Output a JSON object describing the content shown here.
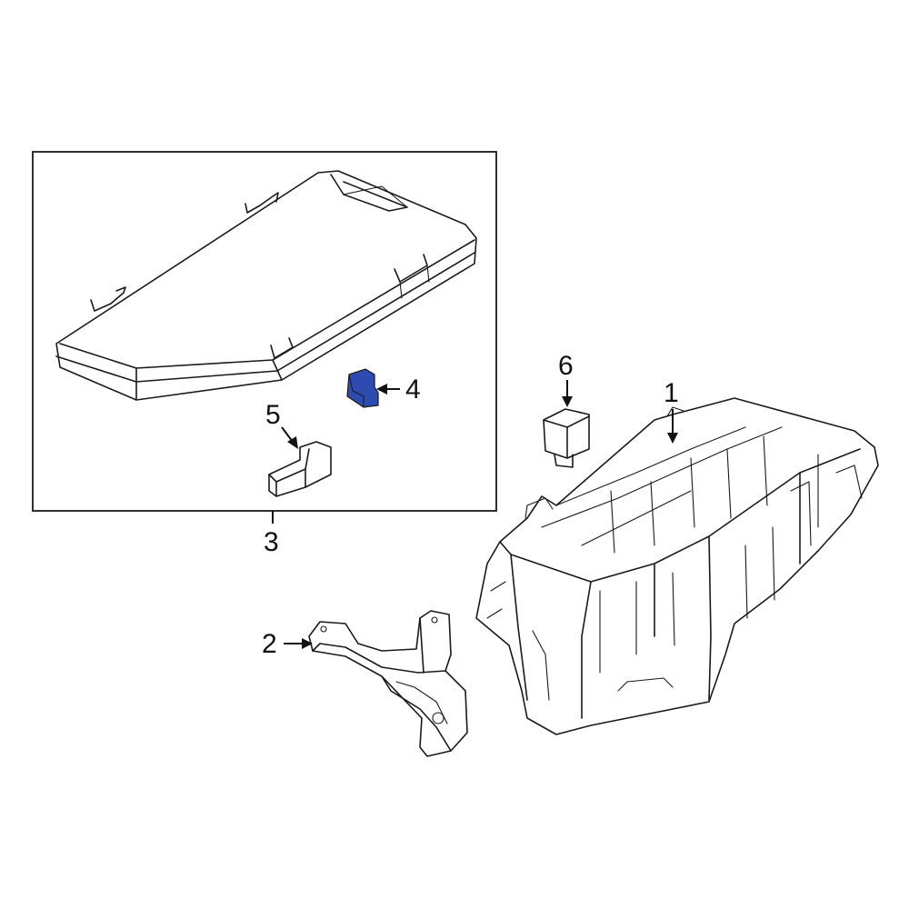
{
  "callouts": {
    "c1": "1",
    "c2": "2",
    "c3": "3",
    "c4": "4",
    "c5": "5",
    "c6": "6"
  },
  "colors": {
    "line": "#1a1a1a",
    "highlight": "#2d4bb0",
    "background": "#ffffff"
  }
}
